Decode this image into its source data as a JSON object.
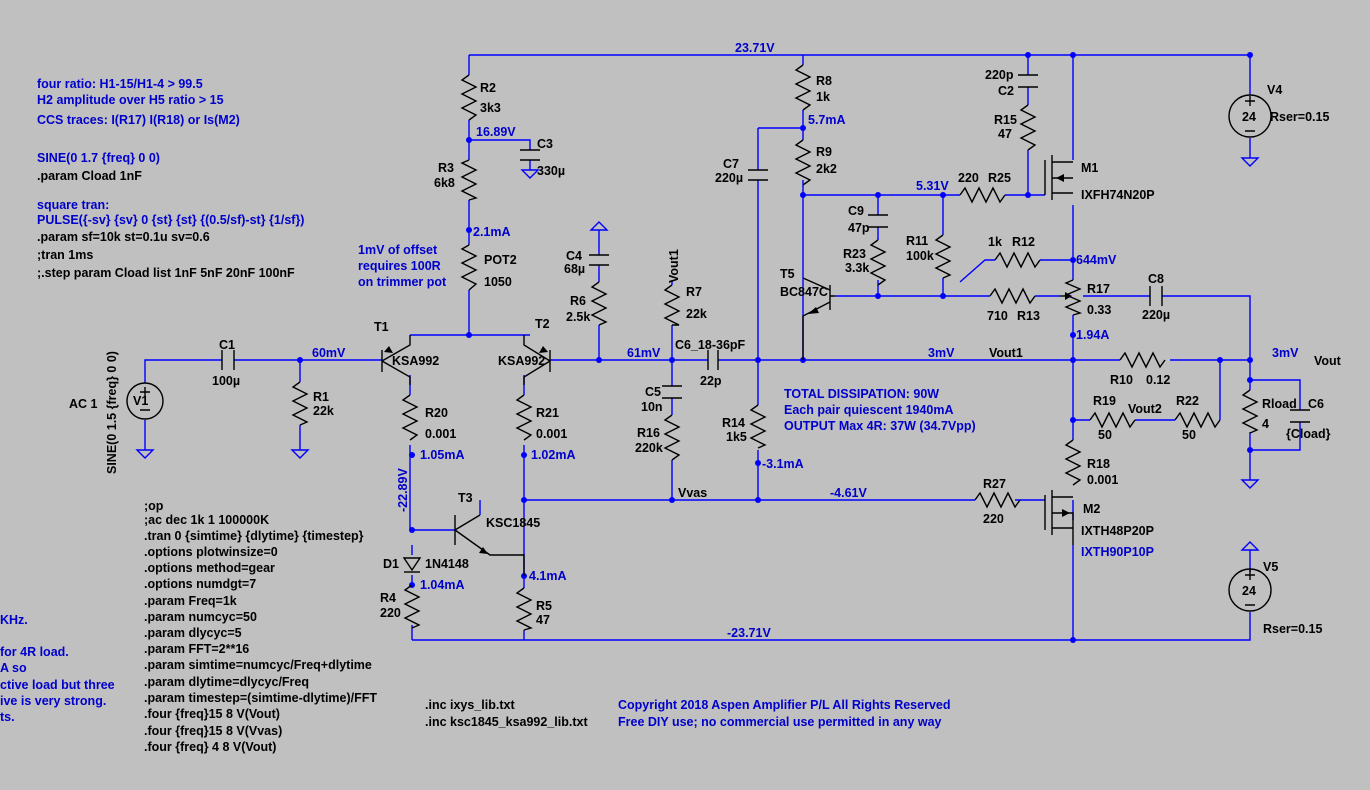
{
  "colors": {
    "background": "#c0c0c0",
    "wire": "#0000ff",
    "component": "#000000",
    "comment": "#0000cc"
  },
  "net_labels": {
    "rail_pos": "23.71V",
    "rail_neg": "-23.71V",
    "r2_node": "16.89V",
    "i_r3": "2.1mA",
    "input": "60mV",
    "t2_base": "61mV",
    "out_3mv": "3mV",
    "vout1": "Vout1",
    "vout1_rot": "Vout1",
    "out_right": "3mV",
    "vout": "Vout",
    "vout2": "Vout2",
    "vvas": "Vvas",
    "vas_v": "-4.61V",
    "m1_gate": "5.31V",
    "i_r8": "5.7mA",
    "v_r12": "644mV",
    "i_r17": "1.94A",
    "i_r20": "1.05mA",
    "i_r21": "1.02mA",
    "v_r20": "-22.89V",
    "i_d1": "1.04mA",
    "i_r5": "4.1mA",
    "i_r14": "-3.1mA"
  },
  "components": {
    "R1": {
      "name": "R1",
      "value": "22k"
    },
    "R2": {
      "name": "R2",
      "value": "3k3"
    },
    "R3": {
      "name": "R3",
      "value": "6k8"
    },
    "POT2": {
      "name": "POT2",
      "value": "1050"
    },
    "R4": {
      "name": "R4",
      "value": "220"
    },
    "R5": {
      "name": "R5",
      "value": "47"
    },
    "R6": {
      "name": "R6",
      "value": "2.5k"
    },
    "R7": {
      "name": "R7",
      "value": "22k"
    },
    "R8": {
      "name": "R8",
      "value": "1k"
    },
    "R9": {
      "name": "R9",
      "value": "2k2"
    },
    "R10": {
      "name": "R10",
      "value": "0.12"
    },
    "R11": {
      "name": "R11",
      "value": "100k"
    },
    "R12": {
      "name": "R12",
      "value": "1k"
    },
    "R13": {
      "name": "R13",
      "value": "710"
    },
    "R14": {
      "name": "R14",
      "value": "1k5"
    },
    "R15": {
      "name": "R15",
      "value": "47"
    },
    "R16": {
      "name": "R16",
      "value": "220k"
    },
    "R17": {
      "name": "R17",
      "value": "0.33"
    },
    "R18": {
      "name": "R18",
      "value": "0.001"
    },
    "R19": {
      "name": "R19",
      "value": "50"
    },
    "R20": {
      "name": "R20",
      "value": "0.001"
    },
    "R21": {
      "name": "R21",
      "value": "0.001"
    },
    "R22": {
      "name": "R22",
      "value": "50"
    },
    "R23": {
      "name": "R23",
      "value": "3.3k"
    },
    "R25": {
      "name": "R25",
      "value": "220"
    },
    "R27": {
      "name": "R27",
      "value": "220"
    },
    "Rload": {
      "name": "Rload",
      "value": "4"
    },
    "C1": {
      "name": "C1",
      "value": "100µ"
    },
    "C2": {
      "name": "C2",
      "value": "220p"
    },
    "C3": {
      "name": "C3",
      "value": "330µ"
    },
    "C4": {
      "name": "C4",
      "value": "68µ"
    },
    "C5": {
      "name": "C5",
      "value": "10n"
    },
    "C6": {
      "name": "C6",
      "value": "{Cload}"
    },
    "C6b": {
      "name": "C6_18-36pF",
      "value": "22p"
    },
    "C7": {
      "name": "C7",
      "value": "220µ"
    },
    "C8": {
      "name": "C8",
      "value": "220µ"
    },
    "C9": {
      "name": "C9",
      "value": "47p"
    },
    "T1": {
      "name": "T1",
      "value": "KSA992"
    },
    "T2": {
      "name": "T2",
      "value": "KSA992"
    },
    "T3": {
      "name": "T3",
      "value": "KSC1845"
    },
    "T5": {
      "name": "T5",
      "value": "BC847C"
    },
    "D1": {
      "name": "D1",
      "value": "1N4148"
    },
    "M1": {
      "name": "M1",
      "value": "IXFH74N20P"
    },
    "M2": {
      "name": "M2",
      "value": "IXTH48P20P",
      "alt": "IXTH90P10P"
    },
    "V1": {
      "name": "V1",
      "value": "SINE(0 1.5 {freq} 0 0)",
      "ac": "AC 1"
    },
    "V4": {
      "name": "V4",
      "value": "24",
      "rser": "Rser=0.15"
    },
    "V5": {
      "name": "V5",
      "value": "24",
      "rser": "Rser=0.15"
    }
  },
  "comments_top": {
    "l1": "four ratio: H1-15/H1-4 > 99.5",
    "l2": "H2 amplitude over H5  ratio > 15",
    "l3": "CCS traces: I(R17) I(R18) or Is(M2)",
    "l4": "SINE(0 1.7 {freq} 0 0)",
    "l5": ".param Cload 1nF",
    "l6": "square tran:",
    "l7": "PULSE({-sv} {sv} 0 {st} {st} {(0.5/sf)-st} {1/sf})",
    "l8": ".param sf=10k st=0.1u sv=0.6",
    "l9": ";tran 1ms",
    "l10": ";.step param Cload list 1nF 5nF 20nF 100nF"
  },
  "offset_note": {
    "l1": "1mV of offset",
    "l2": "requires 100R",
    "l3": "on trimmer pot"
  },
  "directives": {
    "d1": ";op",
    "d2": ";ac dec 1k 1 100000K",
    "d3": ".tran 0 {simtime} {dlytime} {timestep}",
    "d4": ".options plotwinsize=0",
    "d5": ".options method=gear",
    "d6": ".options numdgt=7",
    "d7": ".param Freq=1k",
    "d8": ".param numcyc=50",
    "d9": ".param dlycyc=5",
    "d10": ".param FFT=2**16",
    "d11": ".param simtime=numcyc/Freq+dlytime",
    "d12": ".param dlytime=dlycyc/Freq",
    "d13": ".param timestep=(simtime-dlytime)/FFT",
    "d14": ".four {freq}15 8 V(Vout)",
    "d15": ".four {freq}15 8 V(Vvas)",
    "d16": ".four {freq} 4 8 V(Vout)"
  },
  "includes": {
    "i1": ".inc ixys_lib.txt",
    "i2": ".inc ksc1845_ksa992_lib.txt"
  },
  "left_fragments": {
    "f1": "KHz.",
    "f2": "for 4R load.",
    "f3": "A so",
    "f4": "ctive load but three",
    "f5": "ive is very strong.",
    "f6": "ts."
  },
  "dissipation": {
    "l1": "TOTAL DISSIPATION:  90W",
    "l2": "Each pair quiescent 1940mA",
    "l3": "OUTPUT Max 4R:  37W (34.7Vpp)"
  },
  "copyright": {
    "l1": "Copyright 2018 Aspen Amplifier P/L All Rights Reserved",
    "l2": "Free DIY use;  no commercial use permitted in any way"
  }
}
